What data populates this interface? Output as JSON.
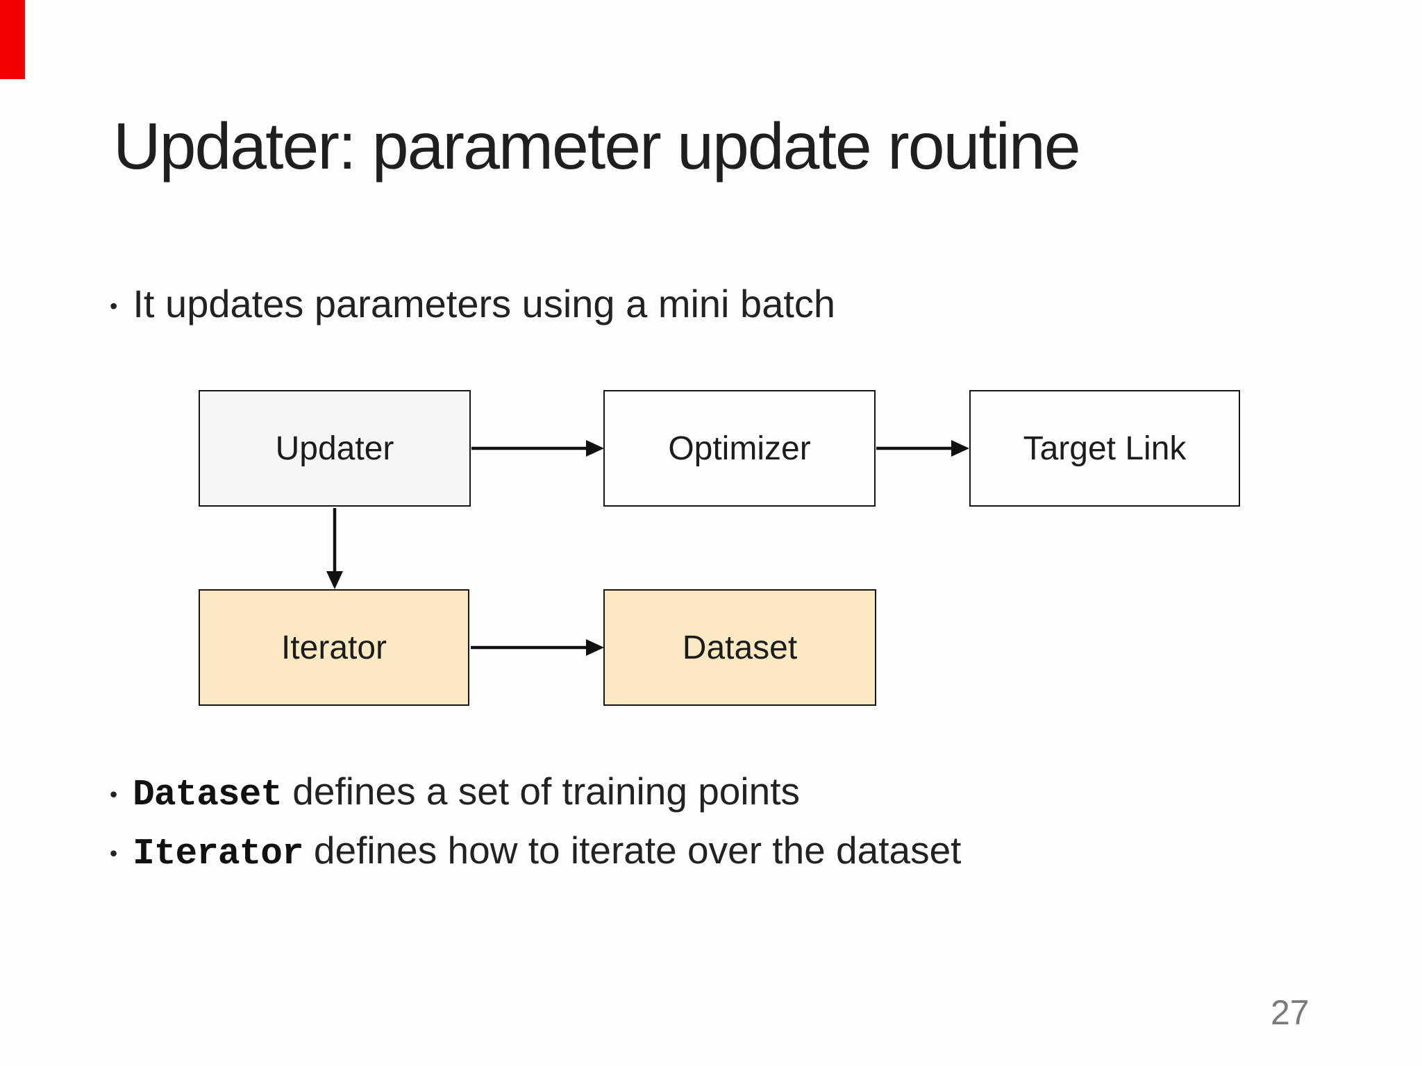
{
  "slide": {
    "title": "Updater: parameter update routine",
    "bullet_char": "•",
    "intro_bullet": "It updates parameters using a mini batch",
    "code_bullets": [
      {
        "code": "Dataset",
        "rest": " defines a set of training points"
      },
      {
        "code": "Iterator",
        "rest": " defines how to iterate over the dataset"
      }
    ],
    "page_number": "27"
  },
  "diagram": {
    "nodes": [
      {
        "id": "updater",
        "label": "Updater",
        "fill": "#f6f6f6"
      },
      {
        "id": "optimizer",
        "label": "Optimizer",
        "fill": "#fefefe"
      },
      {
        "id": "target-link",
        "label": "Target Link",
        "fill": "#fefefe"
      },
      {
        "id": "iterator",
        "label": "Iterator",
        "fill": "#fbe9c3"
      },
      {
        "id": "dataset",
        "label": "Dataset",
        "fill": "#fbe9c3"
      }
    ],
    "edges": [
      {
        "from": "Updater",
        "to": "Optimizer"
      },
      {
        "from": "Optimizer",
        "to": "Target Link"
      },
      {
        "from": "Updater",
        "to": "Iterator"
      },
      {
        "from": "Iterator",
        "to": "Dataset"
      }
    ]
  },
  "colors": {
    "background": "#fdfdfd",
    "text": "#1f1f1f",
    "box_border": "#161616",
    "box_gray_fill": "#f6f6f6",
    "box_white_fill": "#fefefe",
    "box_yellow_fill": "#fbe9c3",
    "arrow": "#111111",
    "page_number": "#797a7d",
    "corner_marker_red": "#f50000"
  }
}
